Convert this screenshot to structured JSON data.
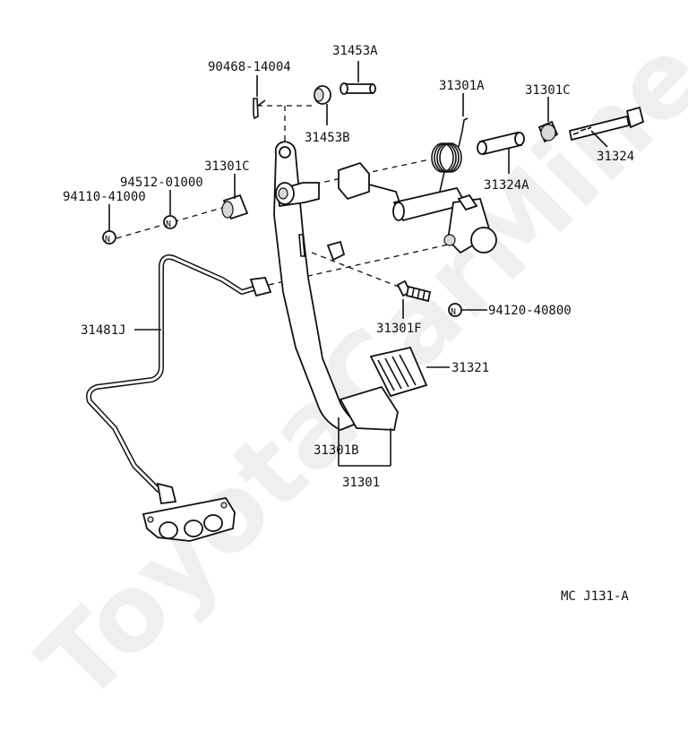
{
  "watermark": "ToyotaCarMine.ru",
  "diagram_code": "MC J131-A",
  "labels": {
    "p90468_14004": "90468-14004",
    "p31453A": "31453A",
    "p31453B": "31453B",
    "p31301A": "31301A",
    "p31301C_top": "31301C",
    "p31324": "31324",
    "p31324A": "31324A",
    "p31301C_left": "31301C",
    "p94512_01000": "94512-01000",
    "p94110_41000": "94110-41000",
    "p31481J": "31481J",
    "p31301F": "31301F",
    "p94120_40800": "94120-40800",
    "p31321": "31321",
    "p31301B": "31301B",
    "p31301": "31301"
  },
  "markers": {
    "nut_symbol": "N"
  },
  "icons": [
    "pin-icon",
    "bushing-icon",
    "torsion-spring-icon",
    "bolt-icon",
    "collar-icon",
    "nut-icon",
    "clutch-pedal-icon",
    "master-cylinder-icon",
    "clutch-line-icon",
    "pedal-pad-icon"
  ]
}
